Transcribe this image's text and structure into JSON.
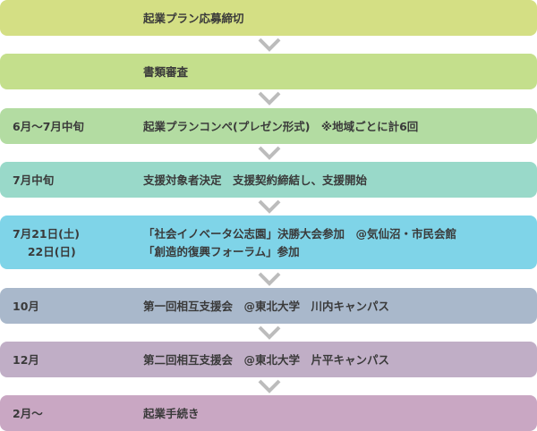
{
  "steps": [
    {
      "date": "",
      "desc": "起業プラン応募締切",
      "color": "#d4df84"
    },
    {
      "date": "",
      "desc": "書類審査",
      "color": "#c4df8c"
    },
    {
      "date": "6月〜7月中旬",
      "desc": "起業プランコンペ(プレゼン形式)　※地域ごとに計6回",
      "color": "#b3dca2"
    },
    {
      "date": "7月中旬",
      "desc": "支援対象者決定　支援契約締結し、支援開始",
      "color": "#99d9c9"
    },
    {
      "date_lines": [
        "7月21日(土)",
        "　 22日(日)"
      ],
      "desc_lines": [
        "「社会イノベータ公志園」決勝大会参加　@気仙沼・市民会館",
        "「創造的復興フォーラム」参加"
      ],
      "color": "#7fd4e8"
    },
    {
      "date": "10月",
      "desc": "第一回相互支援会　@東北大学　川内キャンパス",
      "color": "#a9b8cb"
    },
    {
      "date": "12月",
      "desc": "第二回相互支援会　@東北大学　片平キャンパス",
      "color": "#c0aec6"
    },
    {
      "date": "2月〜",
      "desc": "起業手続き",
      "color": "#c9a7c3"
    }
  ],
  "arrow_color": "#bcbcbc"
}
